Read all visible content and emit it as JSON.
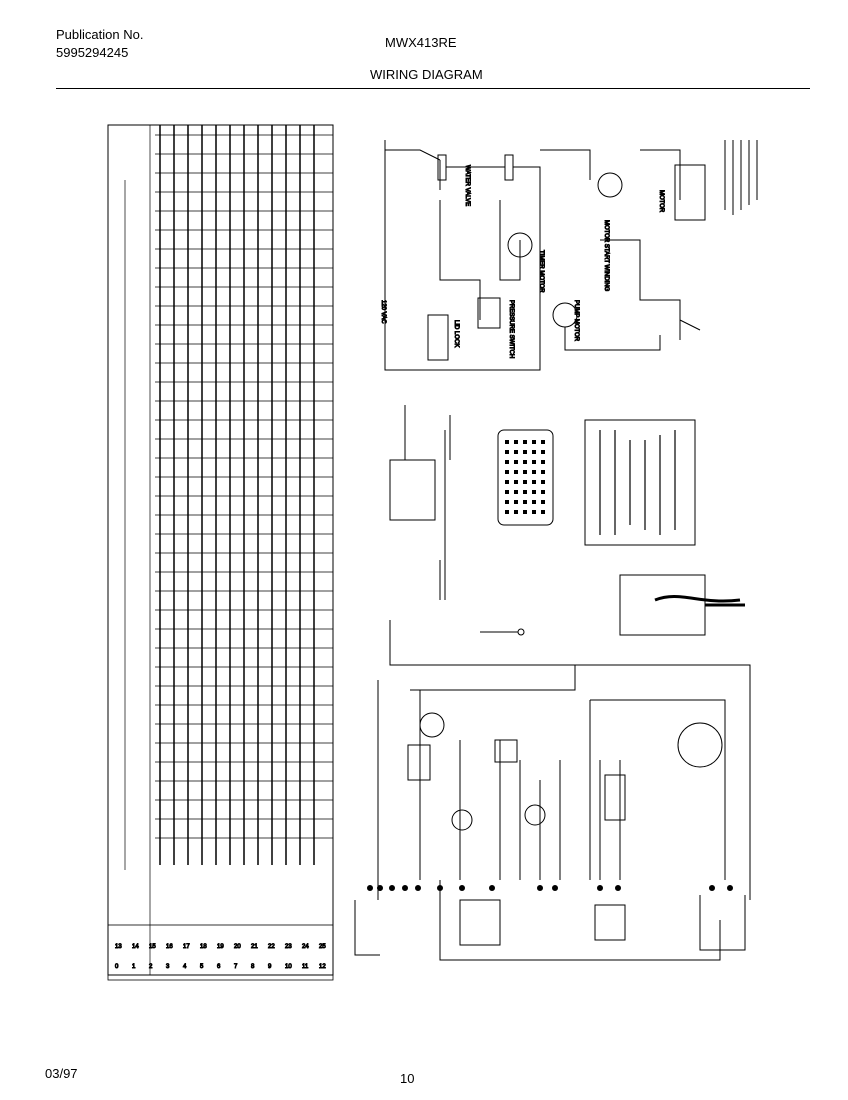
{
  "header": {
    "publication_label": "Publication No.",
    "publication_number": "5995294245",
    "model": "MWX413RE",
    "title": "WIRING DIAGRAM"
  },
  "footer": {
    "date": "03/97",
    "page": "10"
  },
  "diagram": {
    "labels": {
      "voltage": "120 VAC",
      "water_valve": "WATER VALVE",
      "timer_motor": "TIMER MOTOR",
      "pressure_switch": "PRESSURE SWITCH",
      "pump_motor": "PUMP MOTOR",
      "lid_lock": "LID LOCK",
      "motor": "MOTOR",
      "motor_start_winding": "MOTOR START WINDING"
    },
    "timer_chart_rows": [
      "0",
      "1",
      "2",
      "3",
      "4",
      "5",
      "6",
      "7",
      "8",
      "9",
      "10",
      "11",
      "12",
      "13",
      "14",
      "15",
      "16",
      "17",
      "18",
      "19",
      "20",
      "21",
      "22",
      "23",
      "24",
      "25"
    ]
  }
}
